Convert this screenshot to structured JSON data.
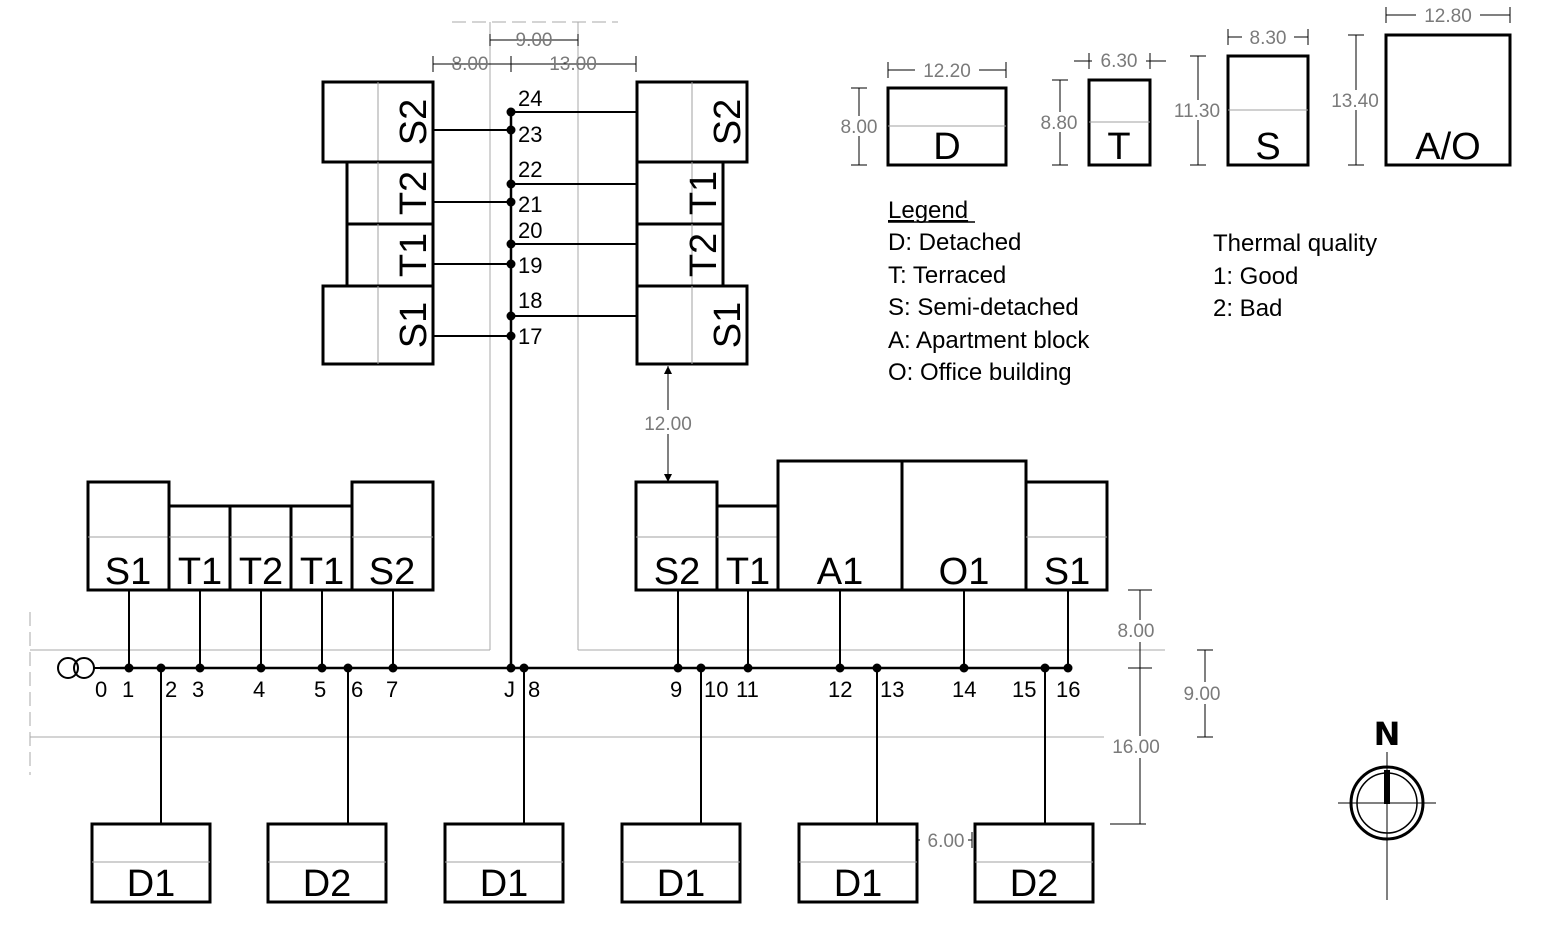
{
  "legend": {
    "title": "Legend",
    "items": [
      "D: Detached",
      "T: Terraced",
      "S: Semi-detached",
      "A: Apartment block",
      "O: Office building"
    ]
  },
  "thermal": {
    "title": "Thermal quality",
    "items": [
      "1: Good",
      "2: Bad"
    ]
  },
  "templates": [
    {
      "label": "D",
      "width": "12.20",
      "height": "8.00"
    },
    {
      "label": "T",
      "width": "6.30",
      "height": "8.80"
    },
    {
      "label": "S",
      "width": "8.30",
      "height": "11.30"
    },
    {
      "label": "A/O",
      "width": "12.80",
      "height": "13.40"
    }
  ],
  "north": "N",
  "junction": "J",
  "main_nodes": [
    "0",
    "1",
    "2",
    "3",
    "4",
    "5",
    "6",
    "7",
    "8",
    "9",
    "10",
    "11",
    "12",
    "13",
    "14",
    "15",
    "16"
  ],
  "branch_nodes": [
    "17",
    "18",
    "19",
    "20",
    "21",
    "22",
    "23",
    "24"
  ],
  "south_row_left": [
    "S1",
    "T1",
    "T2",
    "T1",
    "S2"
  ],
  "south_row_right": [
    "S2",
    "T1",
    "A1",
    "O1",
    "S1"
  ],
  "detached_row": [
    "D1",
    "D2",
    "D1",
    "D1",
    "D1",
    "D2"
  ],
  "branch_left": [
    "S2",
    "T2",
    "T1",
    "S1"
  ],
  "branch_right": [
    "S2",
    "T1",
    "T2",
    "S1"
  ],
  "dimensions": {
    "branch_spacing": "9.00",
    "branch_left_offset": "8.00",
    "branch_right_offset": "13.00",
    "north_setback": "12.00",
    "street_setback": "8.00",
    "street_width": "9.00",
    "south_setback": "16.00",
    "detached_gap": "6.00"
  }
}
